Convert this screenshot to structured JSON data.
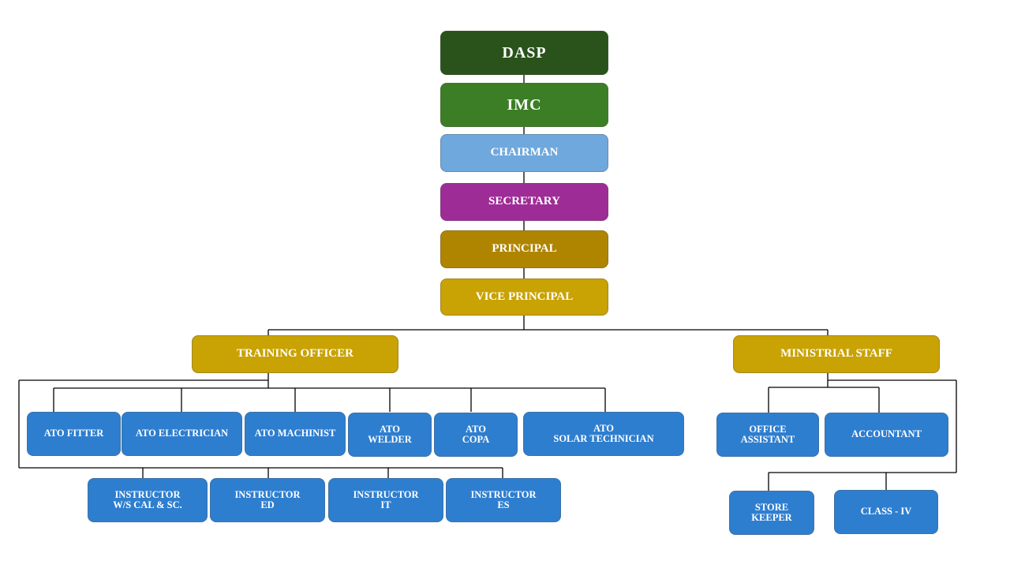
{
  "colors": {
    "dasp": "#29531A",
    "imc": "#3C7E26",
    "chairman": "#6FA8DC",
    "secretary": "#9E2C96",
    "principal": "#AF8500",
    "vice_principal": "#C9A203",
    "branch": "#C9A203",
    "leaf": "#2E7ECF",
    "connector": "#000000"
  },
  "hierarchy": {
    "dasp": "DASP",
    "imc": "IMC",
    "chairman": "CHAIRMAN",
    "secretary": "SECRETARY",
    "principal": "PRINCIPAL",
    "vice_principal": "VICE PRINCIPAL"
  },
  "training_officer": {
    "label": "TRAINING OFFICER",
    "ato": [
      {
        "label": "ATO FITTER"
      },
      {
        "label": "ATO ELECTRICIAN"
      },
      {
        "label": "ATO MACHINIST"
      },
      {
        "label": "ATO\nWELDER"
      },
      {
        "label": "ATO\nCOPA"
      },
      {
        "label": "ATO\nSOLAR TECHNICIAN"
      }
    ],
    "instructors": [
      {
        "label": "INSTRUCTOR\nW/S CAL & SC."
      },
      {
        "label": "INSTRUCTOR\nED"
      },
      {
        "label": "INSTRUCTOR\nIT"
      },
      {
        "label": "INSTRUCTOR\nES"
      }
    ]
  },
  "ministrial_staff": {
    "label": "MINISTRIAL STAFF",
    "row1": [
      {
        "label": "OFFICE\nASSISTANT"
      },
      {
        "label": "ACCOUNTANT"
      }
    ],
    "row2": [
      {
        "label": "STORE\nKEEPER"
      },
      {
        "label": "CLASS - IV"
      }
    ]
  }
}
